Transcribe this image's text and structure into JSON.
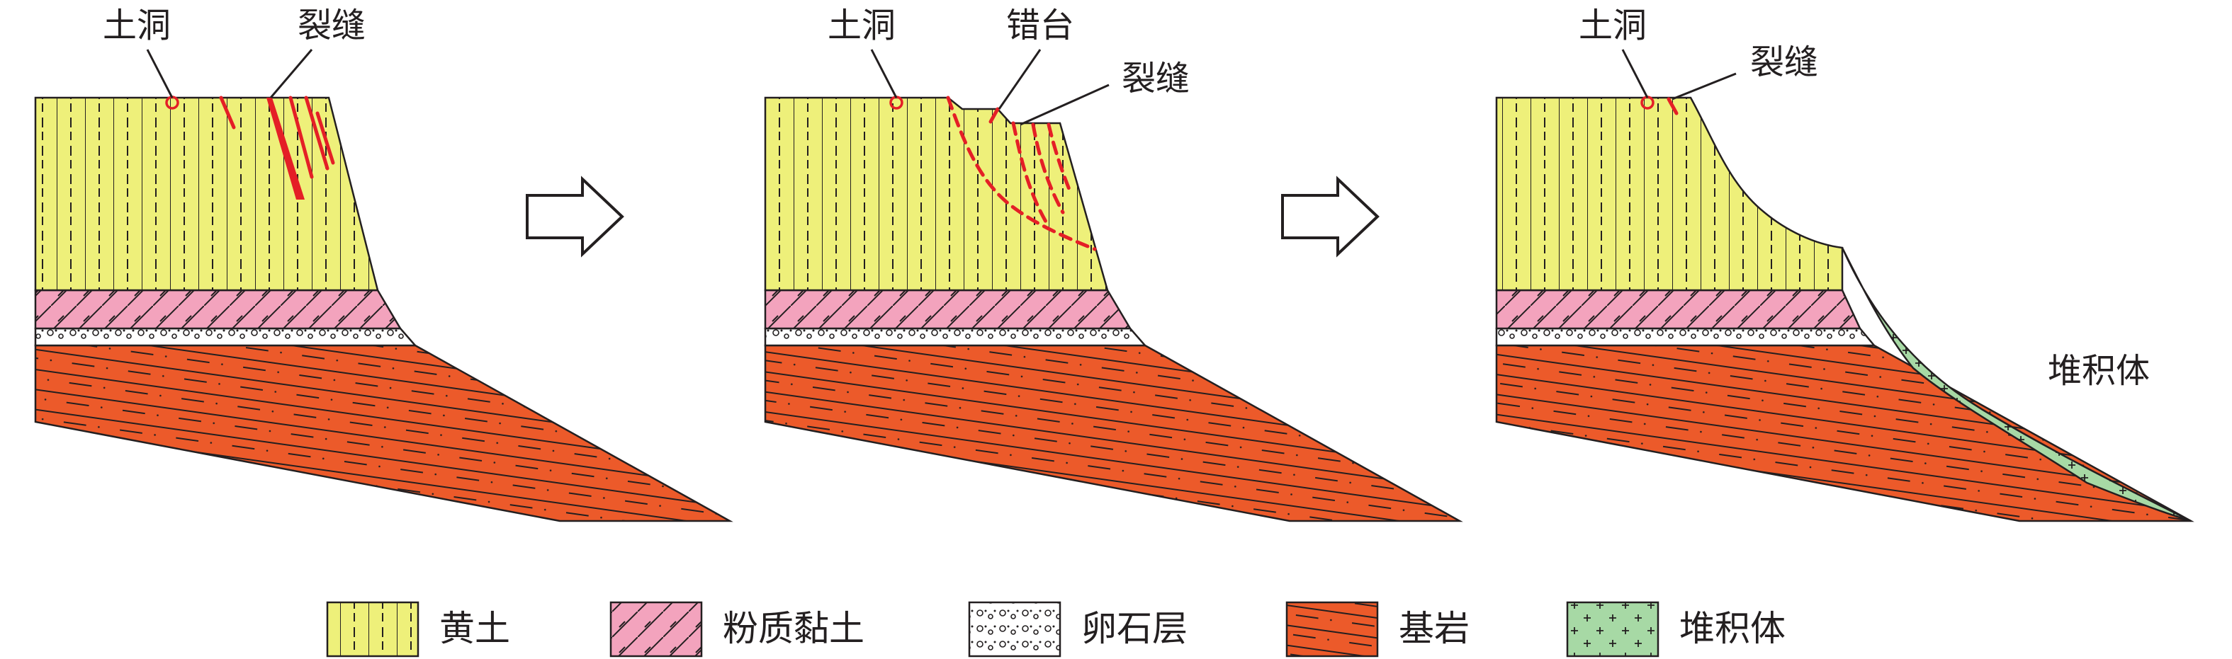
{
  "panels": [
    {
      "id": "p1",
      "labels": {
        "hole": "土洞",
        "crack": "裂缝"
      }
    },
    {
      "id": "p2",
      "labels": {
        "hole": "土洞",
        "step": "错台",
        "crack": "裂缝"
      }
    },
    {
      "id": "p3",
      "labels": {
        "hole": "土洞",
        "crack": "裂缝",
        "deposit": "堆积体"
      }
    }
  ],
  "legend": [
    {
      "key": "loess",
      "label": "黄土"
    },
    {
      "key": "silty",
      "label": "粉质黏土"
    },
    {
      "key": "pebble",
      "label": "卵石层"
    },
    {
      "key": "bedrock",
      "label": "基岩"
    },
    {
      "key": "deposit",
      "label": "堆积体"
    }
  ],
  "colors": {
    "loess": "#eef07a",
    "silty": "#f3a3bd",
    "pebble": "#ffffff",
    "bedrock": "#ec5a2a",
    "deposit": "#a7d9a5",
    "crack": "#e41f26",
    "line": "#231f20"
  },
  "arrows": [
    "process-arrow",
    "process-arrow"
  ]
}
